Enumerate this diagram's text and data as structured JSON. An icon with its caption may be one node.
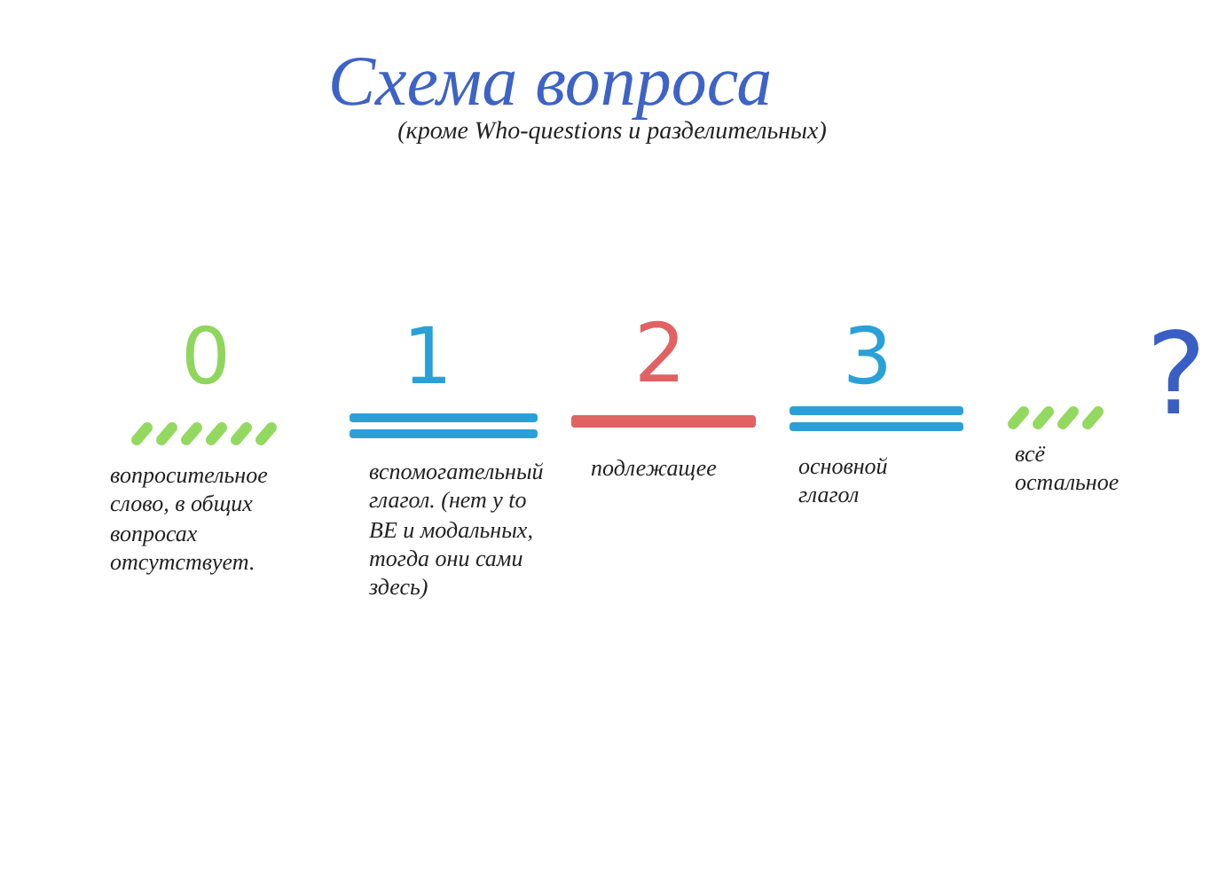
{
  "diagram": {
    "title": "Схема вопроса",
    "labels": [
      "(кроме Who-questions и разделительных)",
      "0",
      "1",
      "2",
      "3",
      "?",
      "вопросительное слово, в общих вопросах отсутствует.",
      "вспомогательный глагол. (нет у to BE и модальных, тогда они сами здесь)",
      "подлежащее",
      "основной глагол",
      "всё остальное"
    ]
  }
}
